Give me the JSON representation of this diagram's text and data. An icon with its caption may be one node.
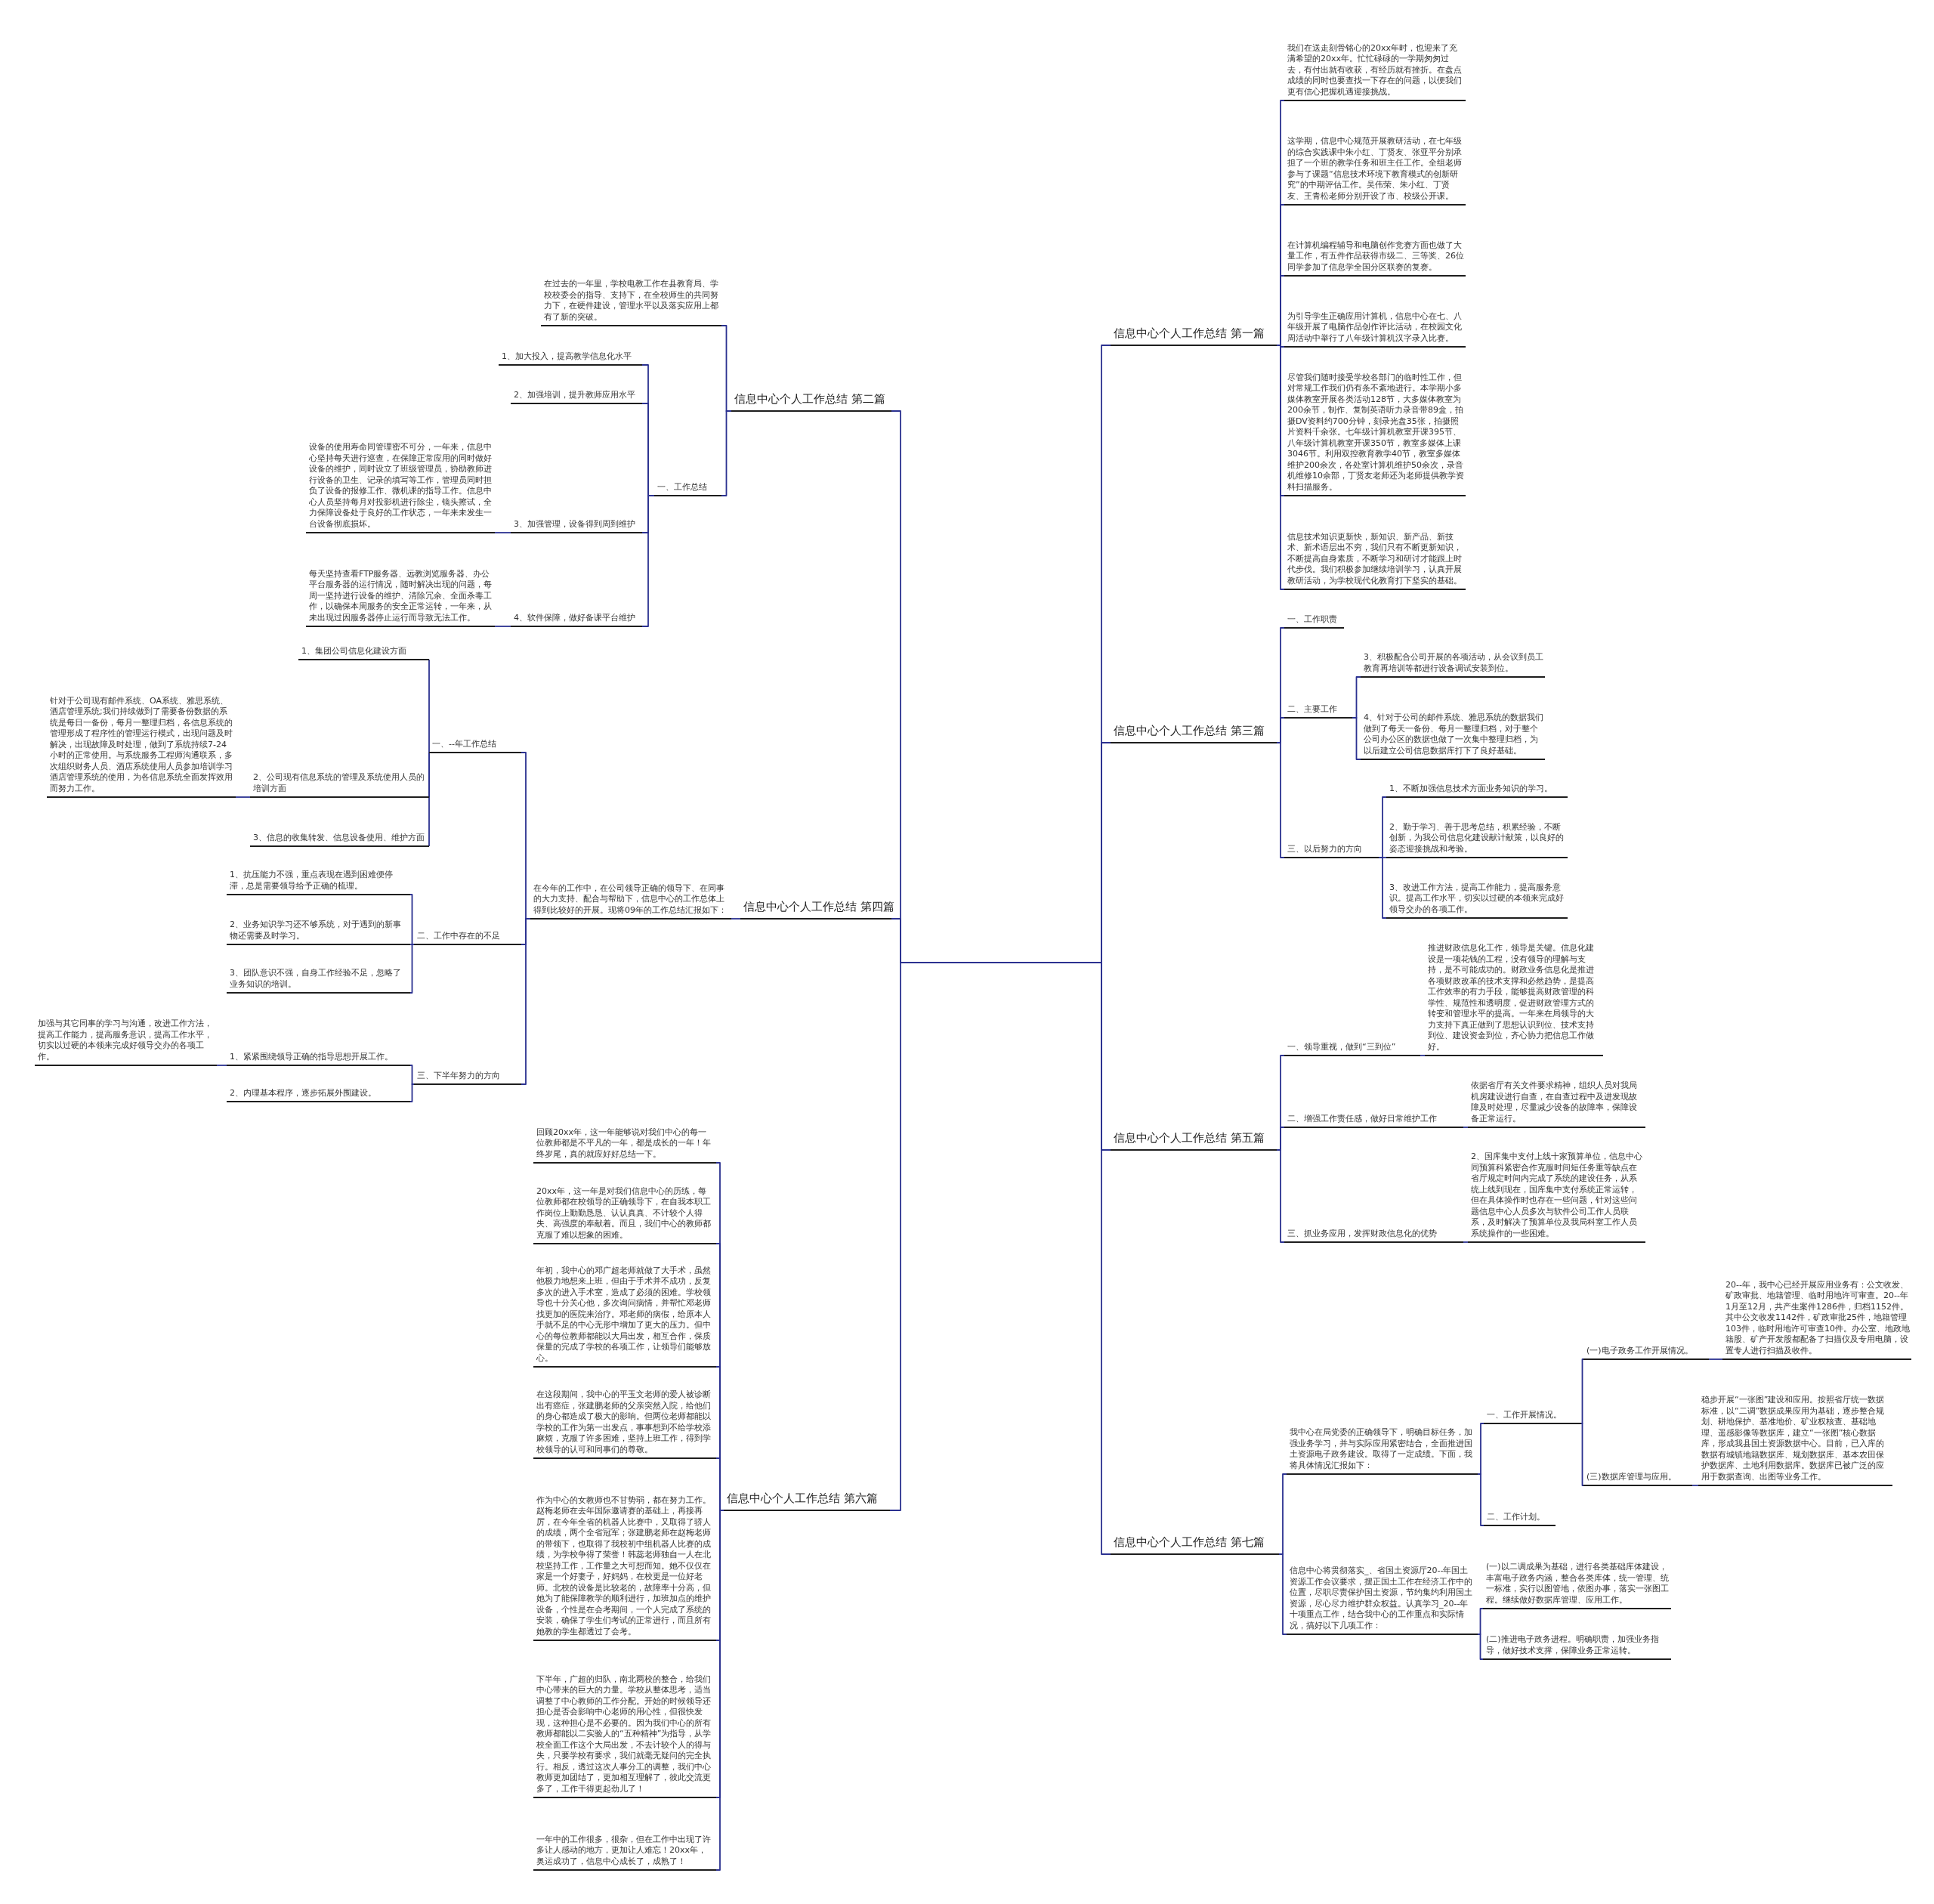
{
  "diagram": {
    "nodes": [
      {
        "text": [
          "信息中心个人工作总结 第一篇"
        ]
      },
      {
        "text": [
          "我们在送走刻骨铭心的20xx年时，也迎来了充满希望的20xx年。忙忙碌碌的一学期匆匆过去，有付出就有收获，有经历就有挫折。在盘点成绩的同时也要查找一下存在的问题，以便我们更有信心把握机遇迎接挑战。"
        ]
      },
      {
        "text": [
          "这学期，信息中心规范开展教研活动，在七年级的综合实践课中朱小红、丁贤友、张亚平分别承担了一个班的教学任务和班主任工作。全组老师参与了课题“信息技术环境下教育模式的创新研究”的中期评估工作。吴伟荣、朱小红、丁贤友、王青松老师分别开设了市、校级公开课。"
        ]
      },
      {
        "text": [
          "在计算机编程辅导和电脑创作竞赛方面也做了大量工作，有五件作品获得市级二、三等奖、26位同学参加了信息学全国分区联赛的复赛。"
        ]
      },
      {
        "text": [
          "为引导学生正确应用计算机，信息中心在七、八年级开展了电脑作品创作评比活动，在校园文化周活动中举行了八年级计算机汉字录入比赛。"
        ]
      },
      {
        "text": [
          "尽管我们随时接受学校各部门的临时性工作，但对常规工作我们仍有条不紊地进行。本学期小多媒体教室开展各类活动128节，大多媒体教室为200余节，制作、复制英语听力录音带89盒，拍摄DV资料约700分钟，刻录光盘35张，拍摄照片资料千余张。七年级计算机教室开课395节、八年级计算机教室开课350节，教室多媒体上课3046节。利用双控教育教学40节，教室多媒体维护200余次，各处室计算机维护50余次，录音机维修10余部，丁贤友老师还为老师提供教学资料扫描服务。"
        ]
      },
      {
        "text": [
          "信息技术知识更新快，新知识、新产品、新技术、新术语层出不穷，我们只有不断更新知识，不断提高自身素质，不断学习和研讨才能跟上时代步伐。我们积极参加继续培训学习，认真开展教研活动，为学校现代化教育打下坚实的基础。"
        ]
      },
      {
        "text": [
          "信息中心个人工作总结 第二篇"
        ]
      },
      {
        "text": [
          "在过去的一年里，学校电教工作在县教育局、学校校委会的指导、支持下，在全校师生的共同努力下，在硬件建设，管理水平以及落实应用上都有了新的突破。"
        ]
      },
      {
        "text": [
          "一、工作总结"
        ]
      },
      {
        "text": [
          "1、加大投入，提高教学信息化水平"
        ]
      },
      {
        "text": [
          "2、加强培训，提升教师应用水平"
        ]
      },
      {
        "text": [
          "3、加强管理，设备得到周到维护"
        ]
      },
      {
        "text": [
          "设备的使用寿命同管理密不可分，一年来，信息中心坚持每天进行巡查，在保障正常应用的同时做好设备的维护，同时设立了班级管理员，协助教师进行设备的卫生、记录的填写等工作，管理员同时担负了设备的报修工作、微机课的指导工作。信息中心人员坚持每月对投影机进行除尘，镜头擦试，全力保障设备处于良好的工作状态，一年来未发生一台设备彻底损坏。"
        ]
      },
      {
        "text": [
          "4、软件保障，做好备课平台维护"
        ]
      },
      {
        "text": [
          "每天坚持查看FTP服务器、远教浏览服务器、办公平台服务器的运行情况，随时解决出现的问题，每周一坚持进行设备的维护、清除冗余、全面杀毒工作，以确保本周服务的安全正常运转，一年来，从未出现过因服务器停止运行而导致无法工作。"
        ]
      },
      {
        "text": [
          "信息中心个人工作总结 第三篇"
        ]
      },
      {
        "text": [
          "一、工作职责"
        ]
      },
      {
        "text": [
          "二、主要工作"
        ]
      },
      {
        "text": [
          "3、积极配合公司开展的各项活动，从会议到员工教育再培训等都进行设备调试安装到位。"
        ]
      },
      {
        "text": [
          "4、针对于公司的邮件系统、雅思系统的数据我们做到了每天一备份、每月一整理归档，对于整个公司办公区的数据也做了一次集中整理归档，为以后建立公司信息数据库打下了良好基础。"
        ]
      },
      {
        "text": [
          "三、以后努力的方向"
        ]
      },
      {
        "text": [
          "1、不断加强信息技术方面业务知识的学习。"
        ]
      },
      {
        "text": [
          "2、勤于学习、善于思考总结，积累经验，不断创新，为我公司信息化建设献计献策，以良好的姿态迎接挑战和考验。"
        ]
      },
      {
        "text": [
          "3、改进工作方法，提高工作能力，提高服务意识。提高工作水平，切实以过硬的本领来完成好领导交办的各项工作。"
        ]
      },
      {
        "text": [
          "信息中心个人工作总结 第四篇"
        ]
      },
      {
        "text": [
          "在今年的工作中，在公司领导正确的领导下、在同事的大力支持、配合与帮助下，信息中心的工作总体上得到比较好的开展。现将09年的工作总结汇报如下："
        ]
      },
      {
        "text": [
          "一、--年工作总结"
        ]
      },
      {
        "text": [
          "1、集团公司信息化建设方面"
        ]
      },
      {
        "text": [
          "2、公司现有信息系统的管理及系统使用人员的培训方面"
        ]
      },
      {
        "text": [
          "针对于公司现有邮件系统、OA系统、雅思系统、酒店管理系统;我们持续做到了需要备份数据的系统是每日一备份，每月一整理归档，各信息系统的管理形成了程序性的管理运行模式，出现问题及时解决，出现故障及时处理，做到了系统持续7-24小时的正常使用。与系统服务工程师沟通联系，多次组织财务人员、酒店系统使用人员参加培训学习酒店管理系统的使用，为各信息系统全面发挥效用而努力工作。"
        ]
      },
      {
        "text": [
          "3、信息的收集转发、信息设备使用、维护方面"
        ]
      },
      {
        "text": [
          "二、工作中存在的不足"
        ]
      },
      {
        "text": [
          "1、抗压能力不强，重点表现在遇到困难便停滞，总是需要领导给予正确的梳理。"
        ]
      },
      {
        "text": [
          "2、业务知识学习还不够系统，对于遇到的新事物还需要及时学习。"
        ]
      },
      {
        "text": [
          "3、团队意识不强，自身工作经验不足，忽略了业务知识的培训。"
        ]
      },
      {
        "text": [
          "三、下半年努力的方向"
        ]
      },
      {
        "text": [
          "1、紧紧围绕领导正确的指导思想开展工作。"
        ]
      },
      {
        "text": [
          "加强与其它同事的学习与沟通，改进工作方法，提高工作能力，提高服务意识，提高工作水平，切实以过硬的本领来完成好领导交办的各项工作。"
        ]
      },
      {
        "text": [
          "2、内理基本程序，逐步拓展外围建设。"
        ]
      },
      {
        "text": [
          "信息中心个人工作总结 第五篇"
        ]
      },
      {
        "text": [
          "一、领导重视，做到“三到位”"
        ]
      },
      {
        "text": [
          "推进财政信息化工作，领导是关键。信息化建设是一项花钱的工程，没有领导的理解与支持，是不可能成功的。财政业务信息化是推进各项财政改革的技术支撑和必然趋势，是提高工作效率的有力手段，能够提高财政管理的科学性、规范性和透明度，促进财政管理方式的转变和管理水平的提高。一年来在局领导的大力支持下真正做到了思想认识到位、技术支持到位、建设资金到位，齐心协力把信息工作做好。"
        ]
      },
      {
        "text": [
          "二、增强工作责任感，做好日常维护工作"
        ]
      },
      {
        "text": [
          "依据省厅有关文件要求精神，组织人员对我局机房建设进行自查，在自查过程中及进发现故障及时处理，尽量减少设备的故障率，保障设备正常运行。"
        ]
      },
      {
        "text": [
          "三、抓业务应用，发挥财政信息化的优势"
        ]
      },
      {
        "text": [
          "2、国库集中支付上线十家预算单位，信息中心同预算科紧密合作克服时间短任务重等缺点在省厅规定时间内完成了系统的建设任务，从系统上线到现在，国库集中支付系统正常运转，但在具体操作时也存在一些问题，针对这些问题信息中心人员多次与软件公司工作人员联系，及时解决了预算单位及我局科室工作人员系统操作的一些困难。"
        ]
      },
      {
        "text": [
          "信息中心个人工作总结 第六篇"
        ]
      },
      {
        "text": [
          "回顾20xx年，这一年能够说对我们中心的每一位教师都是不平凡的一年，都是成长的一年！年终岁尾，真的就应好好总结一下。"
        ]
      },
      {
        "text": [
          "20xx年，这一年是对我们信息中心的历练，每位教师都在校领导的正确领导下，在自我本职工作岗位上勤勤恳恳、认认真真、不计较个人得失、高强度的奉献着。而且，我们中心的教师都克服了难以想象的困难。"
        ]
      },
      {
        "text": [
          "年初，我中心的邓广超老师就做了大手术，虽然他极力地想来上班，但由于手术并不成功，反复多次的进入手术室，造成了必须的困难。学校领导也十分关心他，多次询问病情，并帮忙邓老师找更加的医院来治疗。邓老师的病假，给原本人手就不足的中心无形中增加了更大的压力。但中心的每位教师都能以大局出发，相互合作，保质保量的完成了学校的各项工作，让领导们能够放心。"
        ]
      },
      {
        "text": [
          "在这段期间，我中心的平玉文老师的爱人被诊断出有癌症，张建鹏老师的父亲突然入院，给他们的身心都造成了极大的影响。但两位老师都能以学校的工作为第一出发点，事事想到不给学校添麻烦，克服了许多困难，坚持上班工作，得到学校领导的认可和同事们的尊敬。"
        ]
      },
      {
        "text": [
          "作为中心的女教师也不甘势弱，都在努力工作。赵梅老师在去年国际邀请赛的基础上，再接再厉，在今年全省的机器人比赛中，又取得了骄人的成绩，两个全省冠军；张建鹏老师在赵梅老师的带领下，也取得了我校初中组机器人比赛的成绩，为学校争得了荣誉！韩蕊老师独自一人在北校坚持工作，工作量之大可想而知。她不仅仅在家是一个好妻子，好妈妈，在校更是一位好老师。北校的设备是比较老的，故障率十分高，但她为了能保障教学的顺利进行，加班加点的维护设备，个性是在会考期间，一个人完成了系统的安装，确保了学生们考试的正常进行，而且所有她教的学生都透过了会考。"
        ]
      },
      {
        "text": [
          "下半年，广超的归队，南北两校的整合，给我们中心带来的巨大的力量。学校从整体思考，适当调整了中心教师的工作分配。开始的时候领导还担心是否会影响中心老师的用心性，但很快发现，这种担心是不必要的。因为我们中心的所有教师都能以二实验人的“五种精神”为指导，从学校全面工作这个大局出发，不去计较个人的得与失，只要学校有要求，我们就毫无疑问的完全执行。相反，透过这次人事分工的调整，我们中心教师更加团结了，更加相互理解了，彼此交流更多了，工作干得更起劲儿了！"
        ]
      },
      {
        "text": [
          "一年中的工作很多，很杂，但在工作中出现了许多让人感动的地方，更加让人难忘！20xx年，奥运成功了，信息中心成长了，成熟了！"
        ]
      },
      {
        "text": [
          "信息中心个人工作总结 第七篇"
        ]
      },
      {
        "text": [
          "我中心在局党委的正确领导下，明确目标任务，加强业务学习，并与实际应用紧密结合，全面推进国土资源电子政务建设。取得了一定成绩。下面，我将具体情况汇报如下："
        ]
      },
      {
        "text": [
          "一、工作开展情况。"
        ]
      },
      {
        "text": [
          "(一)电子政务工作开展情况。"
        ]
      },
      {
        "text": [
          "20--年，我中心已经开展应用业务有：公文收发、矿政审批、地籍管理、临时用地许可审查。20--年1月至12月，共产生案件1286件，归档1152件。其中公文收发1142件，矿政审批25件，地籍管理103件，临时用地许可审查10件。办公室、地政地籍股、矿产开发股都配备了扫描仪及专用电脑，设置专人进行扫描及收件。"
        ]
      },
      {
        "text": [
          "(三)数据库管理与应用。"
        ]
      },
      {
        "text": [
          "稳步开展“一张图”建设和应用。按照省厅统一数据标准，以“二调”数据成果应用为基础，逐步整合规划、耕地保护、基准地价、矿业权核查、基础地理、遥感影像等数据库，建立“一张图”核心数据库，形成我县国土资源数据中心。目前，已入库的数据有城镇地籍数据库、规划数据库、基本农田保护数据库、土地利用数据库。数据库已被广泛的应用于数据查询、出图等业务工作。"
        ]
      },
      {
        "text": [
          "二、工作计划。"
        ]
      },
      {
        "text": [
          "信息中心将贯彻落实_、省国土资源厅20--年国土资源工作会议要求，摆正国土工作在经济工作中的位置，尽职尽责保护国土资源，节约集约利用国土资源，尽心尽力维护群众权益。认真学习_20--年十项重点工作，结合我中心的工作重点和实际情况，搞好以下几项工作："
        ]
      },
      {
        "text": [
          "(一)以二调成果为基础，进行各类基础库体建设，丰富电子政务内涵，整合各类库体，统一管理、统一标准，实行以图管地，依图办事，落实一张图工程。继续做好数据库管理、应用工作。"
        ]
      },
      {
        "text": [
          "(二)推进电子政务进程。明确职责，加强业务指导，做好技术支撑，保障业务正常运转。"
        ]
      }
    ],
    "edges": [
      {
        "from": null,
        "to": 0,
        "arrow": "none"
      },
      {
        "from": null,
        "to": 7,
        "arrow": "none"
      },
      {
        "from": null,
        "to": 16,
        "arrow": "none"
      },
      {
        "from": null,
        "to": 25,
        "arrow": "none"
      },
      {
        "from": null,
        "to": 40,
        "arrow": "none"
      },
      {
        "from": null,
        "to": 47,
        "arrow": "none"
      },
      {
        "from": null,
        "to": 55,
        "arrow": "none"
      },
      {
        "from": 0,
        "to": 1,
        "arrow": "none"
      },
      {
        "from": 0,
        "to": 2,
        "arrow": "none"
      },
      {
        "from": 0,
        "to": 3,
        "arrow": "none"
      },
      {
        "from": 0,
        "to": 4,
        "arrow": "none"
      },
      {
        "from": 0,
        "to": 5,
        "arrow": "none"
      },
      {
        "from": 0,
        "to": 6,
        "arrow": "none"
      },
      {
        "from": 7,
        "to": 8,
        "arrow": "none"
      },
      {
        "from": 7,
        "to": 9,
        "arrow": "none"
      },
      {
        "from": 9,
        "to": 10,
        "arrow": "none"
      },
      {
        "from": 9,
        "to": 11,
        "arrow": "none"
      },
      {
        "from": 9,
        "to": 12,
        "arrow": "none"
      },
      {
        "from": 12,
        "to": 13,
        "arrow": "none"
      },
      {
        "from": 9,
        "to": 14,
        "arrow": "none"
      },
      {
        "from": 14,
        "to": 15,
        "arrow": "none"
      },
      {
        "from": 16,
        "to": 17,
        "arrow": "none"
      },
      {
        "from": 16,
        "to": 18,
        "arrow": "none"
      },
      {
        "from": 18,
        "to": 19,
        "arrow": "none"
      },
      {
        "from": 18,
        "to": 20,
        "arrow": "none"
      },
      {
        "from": 16,
        "to": 21,
        "arrow": "none"
      },
      {
        "from": 21,
        "to": 22,
        "arrow": "none"
      },
      {
        "from": 21,
        "to": 23,
        "arrow": "none"
      },
      {
        "from": 21,
        "to": 24,
        "arrow": "none"
      },
      {
        "from": 25,
        "to": 26,
        "arrow": "none"
      },
      {
        "from": 26,
        "to": 27,
        "arrow": "none"
      },
      {
        "from": 27,
        "to": 28,
        "arrow": "none"
      },
      {
        "from": 27,
        "to": 29,
        "arrow": "none"
      },
      {
        "from": 29,
        "to": 30,
        "arrow": "none"
      },
      {
        "from": 27,
        "to": 31,
        "arrow": "none"
      },
      {
        "from": 26,
        "to": 32,
        "arrow": "none"
      },
      {
        "from": 32,
        "to": 33,
        "arrow": "none"
      },
      {
        "from": 32,
        "to": 34,
        "arrow": "none"
      },
      {
        "from": 32,
        "to": 35,
        "arrow": "none"
      },
      {
        "from": 26,
        "to": 36,
        "arrow": "none"
      },
      {
        "from": 36,
        "to": 37,
        "arrow": "none"
      },
      {
        "from": 37,
        "to": 38,
        "arrow": "none"
      },
      {
        "from": 36,
        "to": 39,
        "arrow": "none"
      },
      {
        "from": 40,
        "to": 41,
        "arrow": "none"
      },
      {
        "from": 41,
        "to": 42,
        "arrow": "none"
      },
      {
        "from": 40,
        "to": 43,
        "arrow": "none"
      },
      {
        "from": 43,
        "to": 44,
        "arrow": "none"
      },
      {
        "from": 40,
        "to": 45,
        "arrow": "none"
      },
      {
        "from": 45,
        "to": 46,
        "arrow": "none"
      },
      {
        "from": 47,
        "to": 48,
        "arrow": "none"
      },
      {
        "from": 47,
        "to": 49,
        "arrow": "none"
      },
      {
        "from": 47,
        "to": 50,
        "arrow": "none"
      },
      {
        "from": 47,
        "to": 51,
        "arrow": "none"
      },
      {
        "from": 47,
        "to": 52,
        "arrow": "none"
      },
      {
        "from": 47,
        "to": 53,
        "arrow": "none"
      },
      {
        "from": 47,
        "to": 54,
        "arrow": "none"
      },
      {
        "from": 55,
        "to": 56,
        "arrow": "none"
      },
      {
        "from": 56,
        "to": 57,
        "arrow": "none"
      },
      {
        "from": 57,
        "to": 58,
        "arrow": "none"
      },
      {
        "from": 58,
        "to": 59,
        "arrow": "none"
      },
      {
        "from": 57,
        "to": 60,
        "arrow": "none"
      },
      {
        "from": 60,
        "to": 61,
        "arrow": "none"
      },
      {
        "from": 56,
        "to": 62,
        "arrow": "none"
      },
      {
        "from": 55,
        "to": 63,
        "arrow": "none"
      },
      {
        "from": 63,
        "to": 64,
        "arrow": "none"
      },
      {
        "from": 63,
        "to": 65,
        "arrow": "none"
      }
    ]
  }
}
